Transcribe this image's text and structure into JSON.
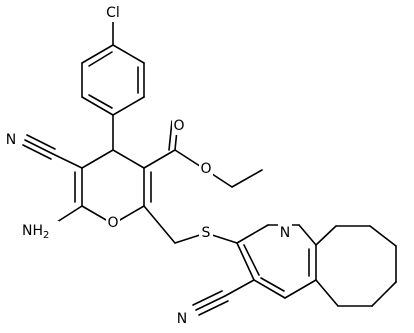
{
  "labels": {
    "cl": "Cl",
    "o_carbonyl": "O",
    "o_ester": "O",
    "o_ring": "O",
    "n_nitrile_left": "N",
    "n_amine": "H",
    "n_amine_sub": "2",
    "n_amine_prefix": "N",
    "s": "S",
    "n_pyridine": "N",
    "n_nitrile_bottom": "N"
  },
  "colors": {
    "bond": "#000000",
    "background": "#ffffff"
  }
}
